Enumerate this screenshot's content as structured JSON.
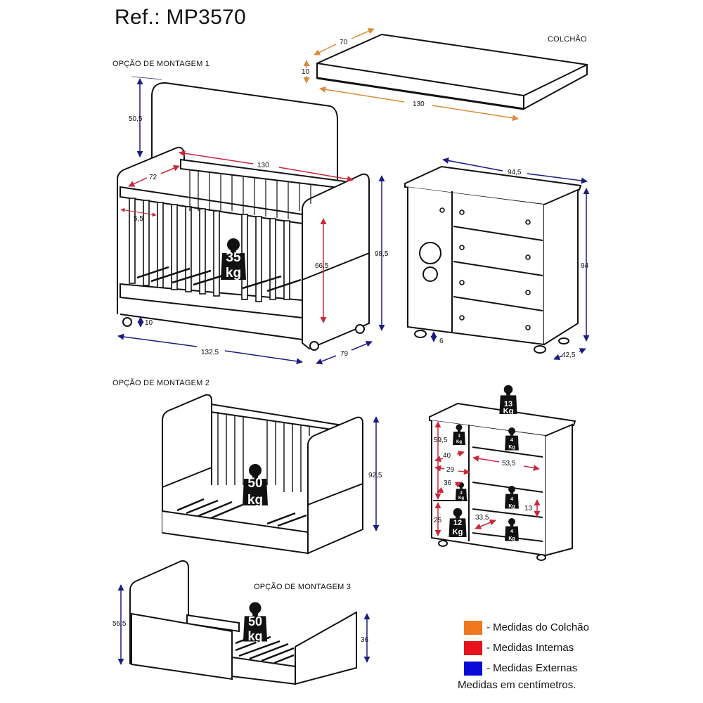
{
  "title": "Ref.: MP3570",
  "sections": {
    "mattress": {
      "label": "COLCHÃO",
      "dims": {
        "width": "70",
        "height": "10",
        "length": "130"
      }
    },
    "option1": {
      "label": "OPÇÃO DE MONTAGEM 1",
      "crib_dims": {
        "headboard": "50,5",
        "internal_length": "130",
        "internal_width": "72",
        "slat_gap": "5,5",
        "internal_height": "66,5",
        "total_height": "98,5",
        "floor_clearance": "10",
        "total_length": "132,5",
        "depth": "79"
      },
      "crib_load": {
        "value": "35",
        "unit": "kg"
      },
      "dresser_dims": {
        "width": "94,5",
        "height": "94",
        "depth": "42,5",
        "feet": "6"
      }
    },
    "option2": {
      "label": "OPÇÃO DE MONTAGEM 2",
      "bed_dims": {
        "height": "92,5"
      },
      "bed_load": {
        "value": "50",
        "unit": "kg"
      },
      "dresser_internal": {
        "top_load": {
          "value": "13",
          "unit": "Kg"
        },
        "door_shelf_load_top": {
          "value": "3",
          "unit": "Kg"
        },
        "door_shelf_load_mid": {
          "value": "3",
          "unit": "Kg"
        },
        "door_bottom_load": {
          "value": "12",
          "unit": "Kg"
        },
        "drawer_loads": [
          {
            "value": "4",
            "unit": "Kg"
          },
          {
            "value": "4",
            "unit": "Kg"
          },
          {
            "value": "4",
            "unit": "Kg"
          }
        ],
        "dims": {
          "door_height": "59,5",
          "door_depth": "40",
          "door_width": "29",
          "shelf_height": "36",
          "bottom_height": "25",
          "drawer_width": "53,5",
          "drawer_depth": "33,5",
          "drawer_height": "13"
        }
      }
    },
    "option3": {
      "label": "OPÇÃO DE MONTAGEM 3",
      "bed_dims": {
        "headboard_height": "56,5",
        "side_height": "36"
      },
      "bed_load": {
        "value": "50",
        "unit": "kg"
      }
    }
  },
  "legend": {
    "items": [
      {
        "label": "- Medidas do Colchão",
        "color": "#f07820"
      },
      {
        "label": "- Medidas Internas",
        "color": "#e8121c"
      },
      {
        "label": "- Medidas Externas",
        "color": "#0a0ad8"
      }
    ],
    "note": "Medidas em centímetros."
  },
  "colors": {
    "orange_dim": "#d98b3a",
    "red_dim": "#c8283c",
    "blue_dim": "#1c1c80"
  }
}
